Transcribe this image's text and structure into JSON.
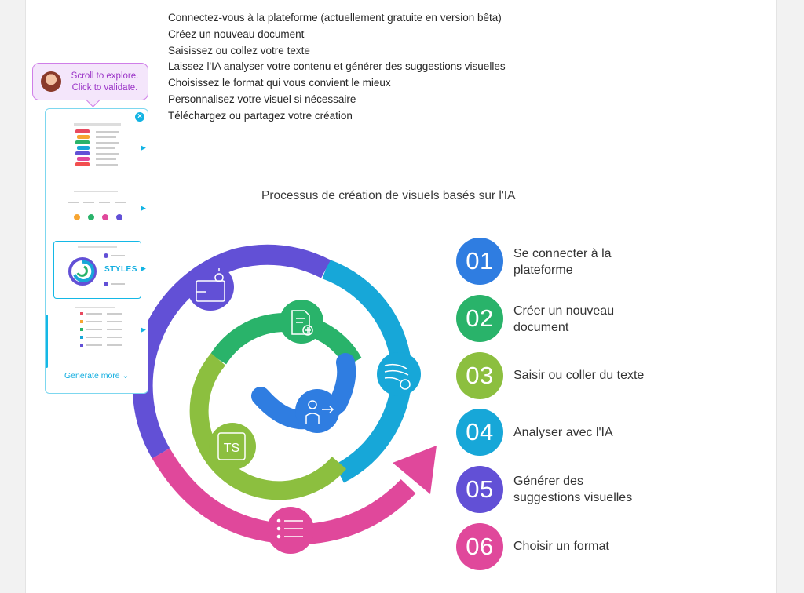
{
  "steps": [
    "Connectez-vous à la plateforme (actuellement gratuite en version bêta)",
    "Créez un nouveau document",
    "Saisissez ou collez votre texte",
    "Laissez l'IA analyser votre contenu et générer des suggestions visuelles",
    "Choisissez le format qui vous convient le mieux",
    "Personnalisez votre visuel si nécessaire",
    "Téléchargez ou partagez votre création"
  ],
  "visual": {
    "title": "Processus de création de visuels basés sur l'IA",
    "items": [
      {
        "num": "01",
        "line1": "Se connecter à la",
        "line2": "plateforme",
        "color": "#2f7de1"
      },
      {
        "num": "02",
        "line1": "Créer un nouveau",
        "line2": "document",
        "color": "#29b36a"
      },
      {
        "num": "03",
        "line1": "Saisir ou coller du texte",
        "line2": "",
        "color": "#8cbf3f"
      },
      {
        "num": "04",
        "line1": "Analyser avec l'IA",
        "line2": "",
        "color": "#17a7d8"
      },
      {
        "num": "05",
        "line1": "Générer des",
        "line2": "suggestions visuelles",
        "color": "#6250d6"
      },
      {
        "num": "06",
        "line1": "Choisir un format",
        "line2": "",
        "color": "#e0489b"
      }
    ],
    "icon_labels": {
      "ts": "TS"
    }
  },
  "tooltip": {
    "line1": "Scroll to explore.",
    "line2": "Click to validate."
  },
  "panel": {
    "styles_label": "STYLES",
    "generate_more": "Generate more",
    "close_icon": "×",
    "chevron": "⌄"
  },
  "icons": [
    "idea-board-icon",
    "document-add-icon",
    "wind-chart-icon",
    "user-login-icon",
    "text-tool-icon",
    "list-icon",
    "close-icon",
    "chevron-down-icon",
    "play-arrow-icon"
  ]
}
